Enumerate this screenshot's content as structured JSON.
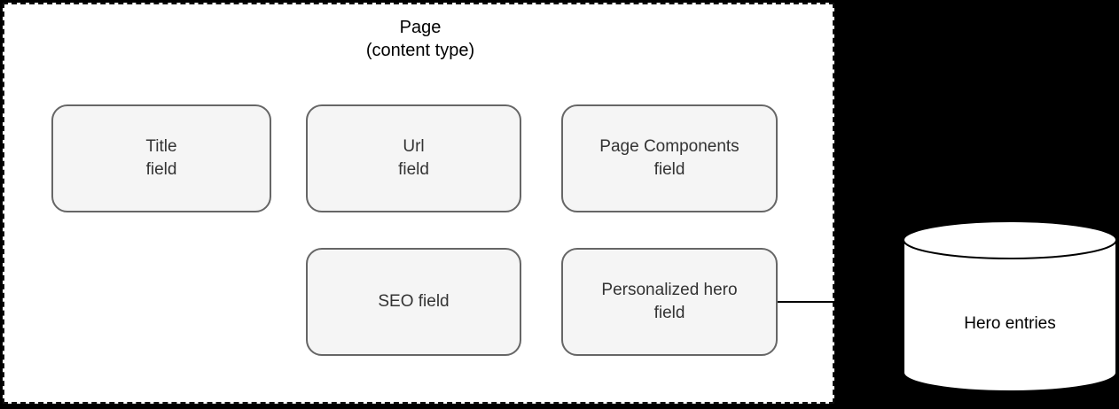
{
  "container": {
    "title": "Page\n(content type)",
    "border_style": "dashed",
    "border_color": "#111111",
    "background": "#ffffff"
  },
  "fields": [
    {
      "id": "title",
      "label": "Title\nfield"
    },
    {
      "id": "url",
      "label": "Url\nfield"
    },
    {
      "id": "page-components",
      "label": "Page Components\nfield"
    },
    {
      "id": "seo",
      "label": "SEO field"
    },
    {
      "id": "personalized",
      "label": "Personalized hero\nfield"
    }
  ],
  "datastore": {
    "label": "Hero entries",
    "shape": "cylinder",
    "fill": "#ffffff",
    "stroke": "#000000"
  },
  "connector": {
    "from": "personalized-hero-field",
    "to": "hero-entries-datastore",
    "color": "#000000"
  },
  "colors": {
    "canvas_background": "#000000",
    "field_fill": "#f5f5f5",
    "field_stroke": "#666666",
    "field_text": "#333333",
    "title_text": "#000000"
  }
}
